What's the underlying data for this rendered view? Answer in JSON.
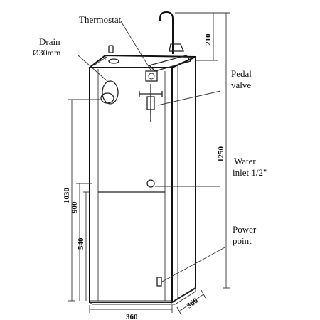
{
  "labels": {
    "thermostat": "Thermostat",
    "drain": "Drain",
    "drain_size": "Ø30mm",
    "pedal_line1": "Pedal",
    "pedal_line2": "valve",
    "water_line1": "Water",
    "water_line2": "inlet 1/2\"",
    "power_line1": "Power",
    "power_line2": "point"
  },
  "dimensions": {
    "spout_height": "210",
    "total_height": "1250",
    "drain_height": "1030",
    "inlet_height": "900",
    "power_height": "540",
    "width": "360",
    "depth": "360"
  }
}
